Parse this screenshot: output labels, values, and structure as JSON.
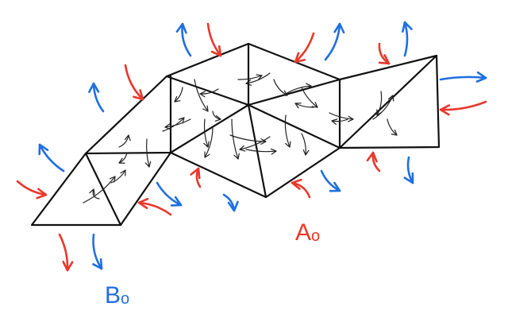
{
  "labels": {
    "a0": {
      "main": "A",
      "sub": "o"
    },
    "b0": {
      "main": "B",
      "sub": "o"
    }
  },
  "colors": {
    "mesh": "#111111",
    "inner_arrow": "#222222",
    "red_arrow": "#e8382c",
    "blue_arrow": "#1f6fe0",
    "label_a0": "#e8382c",
    "label_b0": "#1f6fe0",
    "background": "#ffffff"
  }
}
